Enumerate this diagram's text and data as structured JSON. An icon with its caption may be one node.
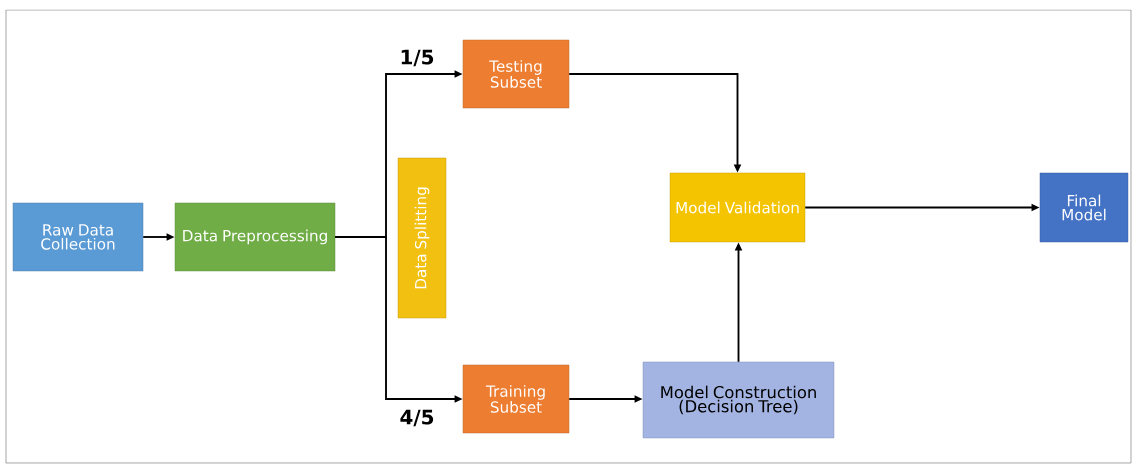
{
  "diagram": {
    "nodes": [
      {
        "text": [
          "Raw Data Collection"
        ]
      },
      {
        "text": [
          "Data Preprocessing"
        ]
      },
      {
        "text": [
          "Data Splitting"
        ]
      },
      {
        "text": [
          "Testing Subset"
        ]
      },
      {
        "text": [
          "Training Subset"
        ]
      },
      {
        "text": [
          "Model Validation"
        ]
      },
      {
        "text": [
          "Final Model"
        ]
      },
      {
        "text": [
          "Model Construction (Decision Tree)"
        ]
      }
    ],
    "edges": [
      {
        "from": 0,
        "to": 1,
        "arrow": "to"
      },
      {
        "from": 1,
        "to": 3,
        "arrow": "to",
        "label": "1/5"
      },
      {
        "from": 1,
        "to": 4,
        "arrow": "to",
        "label": "4/5"
      },
      {
        "from": 3,
        "to": 5,
        "arrow": "to"
      },
      {
        "from": 7,
        "to": 5,
        "arrow": "to"
      },
      {
        "from": 4,
        "to": 7,
        "arrow": "to"
      },
      {
        "from": 5,
        "to": 6,
        "arrow": "to"
      }
    ]
  }
}
